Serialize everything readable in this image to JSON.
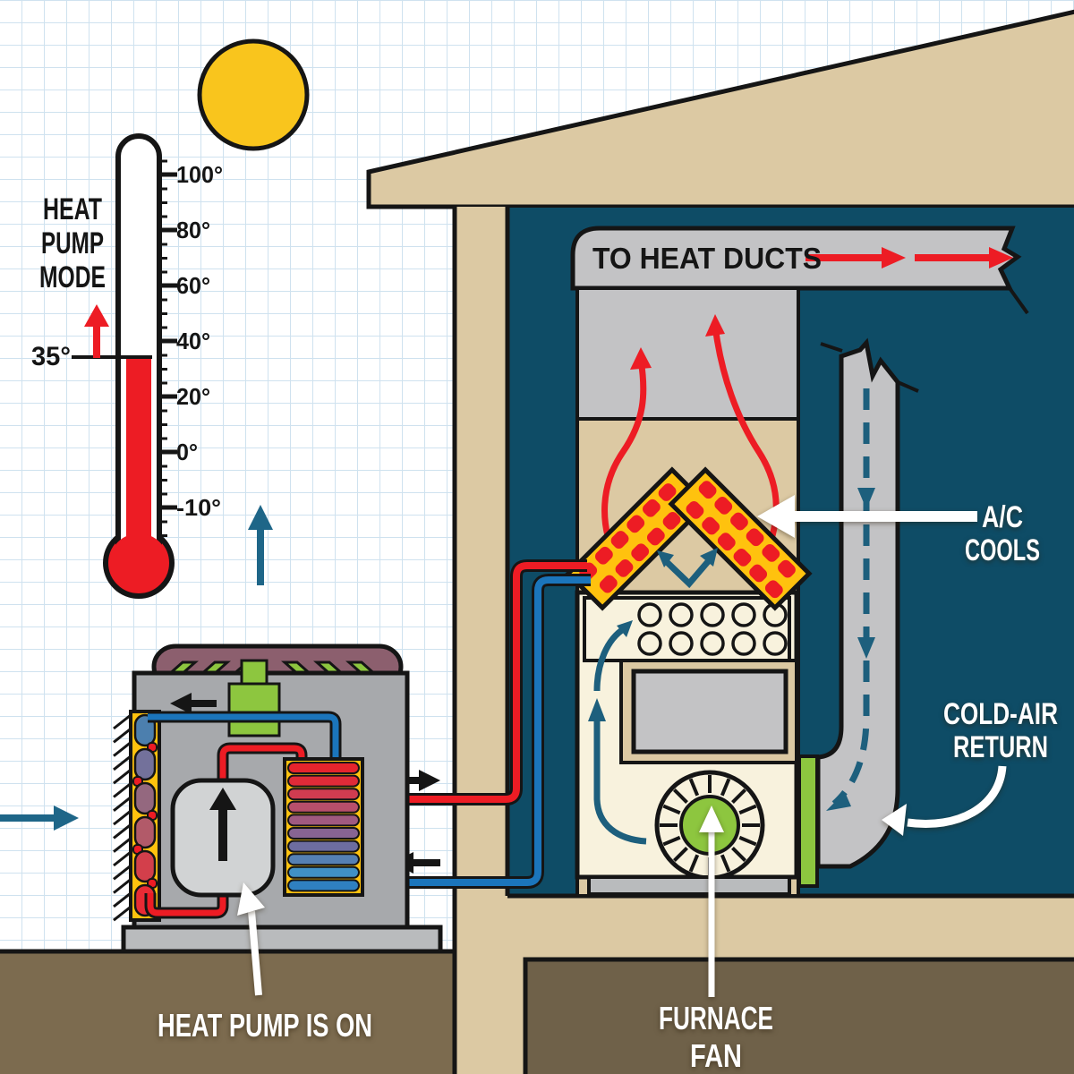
{
  "title": "Heat pump mode diagram",
  "thermometer": {
    "mode_label_lines": [
      "HEAT",
      "PUMP",
      "MODE"
    ],
    "current_temp": "35°",
    "scale_labels": [
      "100°",
      "80°",
      "60°",
      "40°",
      "20°",
      "0°",
      "-10°"
    ]
  },
  "house": {
    "duct_label": "TO HEAT DUCTS",
    "ac_label_lines": [
      "A/C",
      "COOLS"
    ],
    "return_label_lines": [
      "COLD-AIR",
      "RETURN"
    ],
    "fan_label_lines": [
      "FURNACE",
      "FAN"
    ]
  },
  "outdoor": {
    "heat_pump_label": "HEAT PUMP IS ON"
  },
  "palette": {
    "grid": "#cfe2ef",
    "sun": "#f9c51d",
    "red": "#ed1c24",
    "blue": "#1b75bb",
    "yellow": "#ffc20e",
    "green": "#8dc63f",
    "room_teal": "#0e4c66",
    "arrow_teal": "#1d5f7d",
    "outdoor_arrow_teal": "#1e6688",
    "tan": "#dcc9a3",
    "cream": "#f8f2dd",
    "duct_gray": "#c3c3c5",
    "unit_gray": "#a7a9ac",
    "compressor_gray": "#d1d3d4",
    "base_gray": "#b9bbbd",
    "dome_mauve": "#8c5f6e",
    "ground_brown": "#7c6b4f",
    "basement_brown": "#6f6149",
    "outdoor_coil_colors": [
      "#4c7fae",
      "#73719b",
      "#94687f",
      "#b25a69",
      "#d33f4b",
      "#e82b35"
    ],
    "indoor_coil_colors": [
      "#e6242d",
      "#e02b38",
      "#d03c50",
      "#b84f6b",
      "#a05a80",
      "#876492",
      "#6d6da0",
      "#5580b3",
      "#4090c5",
      "#2f80c0"
    ]
  }
}
